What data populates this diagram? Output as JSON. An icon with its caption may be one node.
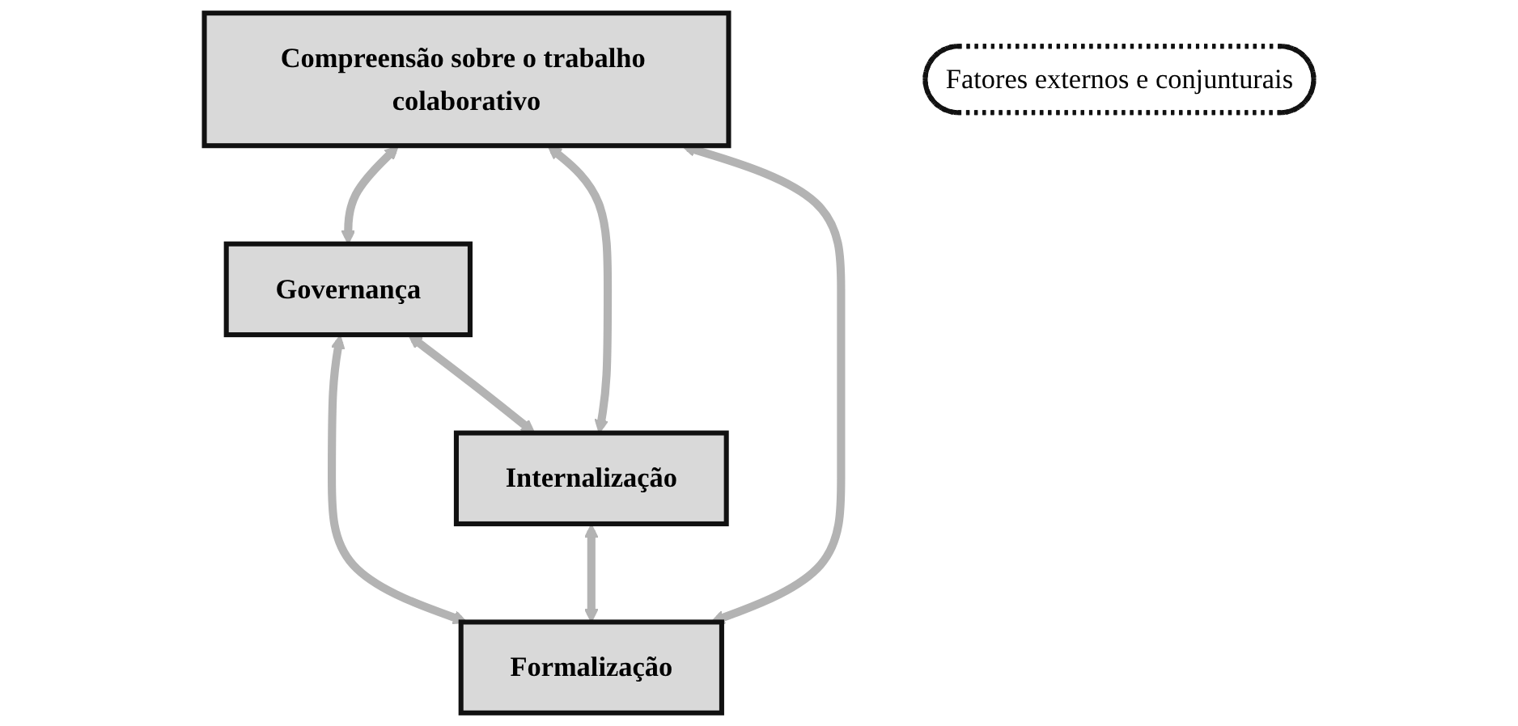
{
  "diagram": {
    "nodes": [
      {
        "text": [
          "Compreensão sobre o trabalho colaborativo"
        ]
      },
      {
        "text": [
          "Governança"
        ]
      },
      {
        "text": [
          "Internalização"
        ]
      },
      {
        "text": [
          "Formalização"
        ]
      },
      {
        "text": [
          "Fatores externos e conjunturais"
        ]
      }
    ],
    "edges": [
      {
        "from": 0,
        "to": 1,
        "arrow": "both"
      },
      {
        "from": 0,
        "to": 2,
        "arrow": "both"
      },
      {
        "from": 1,
        "to": 3,
        "arrow": "both"
      },
      {
        "from": 0,
        "to": 3,
        "arrow": "both"
      },
      {
        "from": 1,
        "to": 2,
        "arrow": "both"
      },
      {
        "from": 2,
        "to": 3,
        "arrow": "both"
      }
    ]
  }
}
